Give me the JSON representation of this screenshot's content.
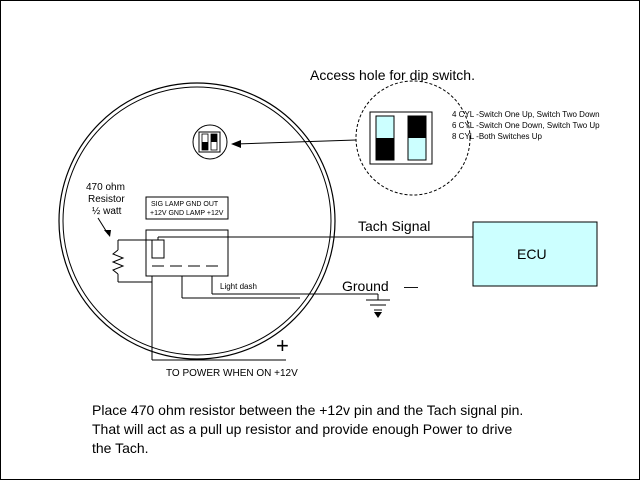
{
  "access_hole_label": "Access hole for dip switch.",
  "dip_settings": [
    "4 CYL -Switch One Up, Switch Two Down",
    "6 CYL -Switch One Down, Switch Two Up",
    "8 CYL -Both Switches Up"
  ],
  "resistor_label": [
    "470 ohm",
    "Resistor",
    "½ watt"
  ],
  "pin_labels_top": "SIG  LAMP  GND  OUT",
  "pin_labels_bottom": "+12V GND LAMP +12V",
  "tach_signal_label": "Tach Signal",
  "ecu_label": "ECU",
  "ground_label": "Ground",
  "ground_dash": "—",
  "light_dash_label": "Light dash",
  "power_label": "TO POWER WHEN ON +12V",
  "power_plus": "+",
  "note_lines": [
    "Place 470 ohm resistor between the +12v pin and the Tach signal pin.",
    "That will act as a pull up resistor and provide enough Power to drive",
    "the Tach."
  ],
  "colors": {
    "ecu_fill": "#CCFFFF",
    "line": "#000000",
    "switch_fill": "#CCFFFF"
  }
}
